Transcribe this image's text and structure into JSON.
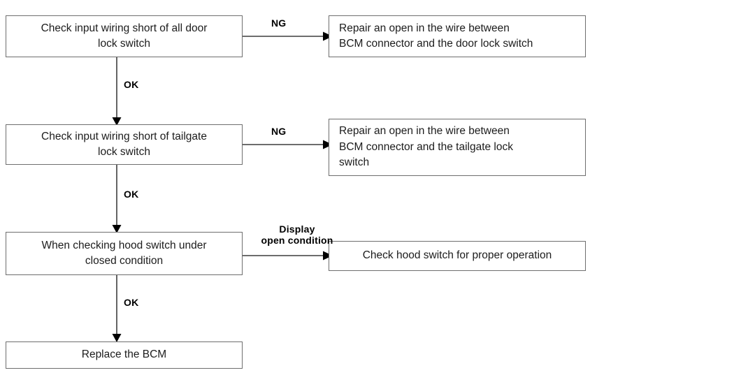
{
  "diagram": {
    "title": "BCM door/tailgate/hood switch input diagnostic flow",
    "type": "flowchart",
    "line_color": "#3d3d3d",
    "box_border_color": "#6e6e6e",
    "text_color": "#1c1c1c",
    "background": "#ffffff"
  },
  "nodes": {
    "check_door_lock": "Check input wiring short of all door\nlock switch",
    "repair_door_lock": "Repair an open in the wire between\nBCM connector and the door lock switch",
    "check_tailgate_lock": "Check input wiring short of tailgate\nlock switch",
    "repair_tailgate_lock": "Repair an open in the wire between\nBCM connector and the tailgate lock\nswitch",
    "check_hood_switch": "When checking hood switch under\nclosed condition",
    "check_hood_operation": "Check hood switch for proper operation",
    "replace_bcm": "Replace the BCM"
  },
  "edge_labels": {
    "ng_door_lock": "NG",
    "ok_door_lock": "OK",
    "ng_tailgate_lock": "NG",
    "ok_tailgate_lock": "OK",
    "display_open_condition": "Display\nopen condition",
    "ok_hood_switch": "OK"
  }
}
